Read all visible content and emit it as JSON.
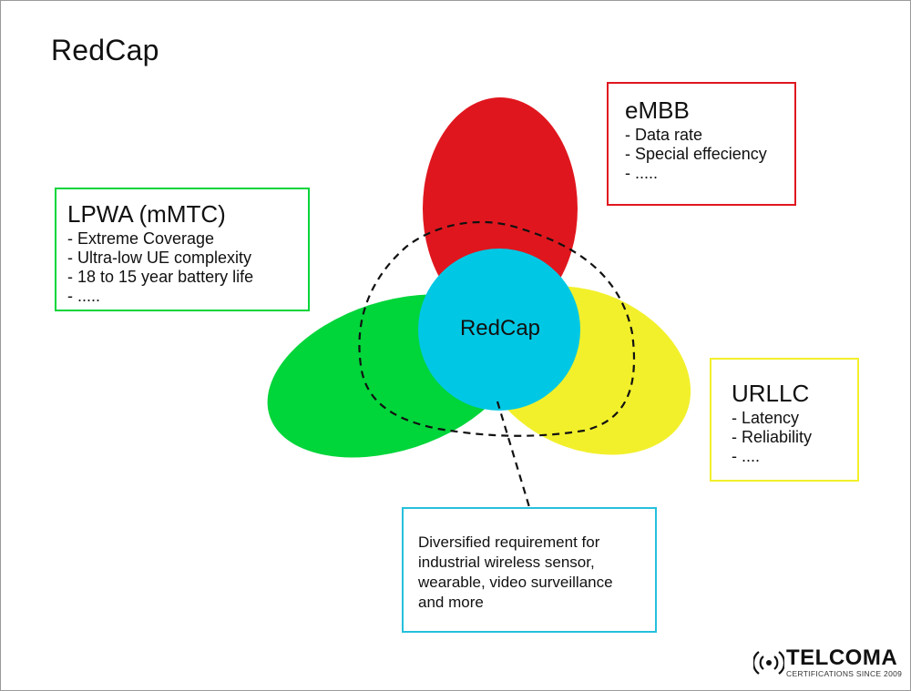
{
  "page": {
    "title": "RedCap"
  },
  "diagram": {
    "center_label": "RedCap",
    "colors": {
      "embb": "#e0161e",
      "lpwa": "#00d53a",
      "urllc": "#f2f02b",
      "redcap": "#00c8e4",
      "note_border": "#25c0dc"
    }
  },
  "boxes": {
    "embb": {
      "heading": "eMBB",
      "lines": [
        "- Data rate",
        "- Special effeciency",
        "- ....."
      ]
    },
    "lpwa": {
      "heading": "LPWA (mMTC)",
      "lines": [
        "- Extreme Coverage",
        "- Ultra-low UE complexity",
        "- 18 to 15 year battery life",
        "- ....."
      ]
    },
    "urllc": {
      "heading": "URLLC",
      "lines": [
        "- Latency",
        "- Reliability",
        "- ...."
      ]
    },
    "note": {
      "lines": [
        "Diversified requirement for",
        "industrial wireless sensor,",
        "wearable, video surveillance",
        "and more"
      ]
    }
  },
  "logo": {
    "brand": "TELCOMA",
    "tagline": "CERTIFICATIONS SINCE 2009",
    "icon": "signal-broadcast-icon"
  }
}
